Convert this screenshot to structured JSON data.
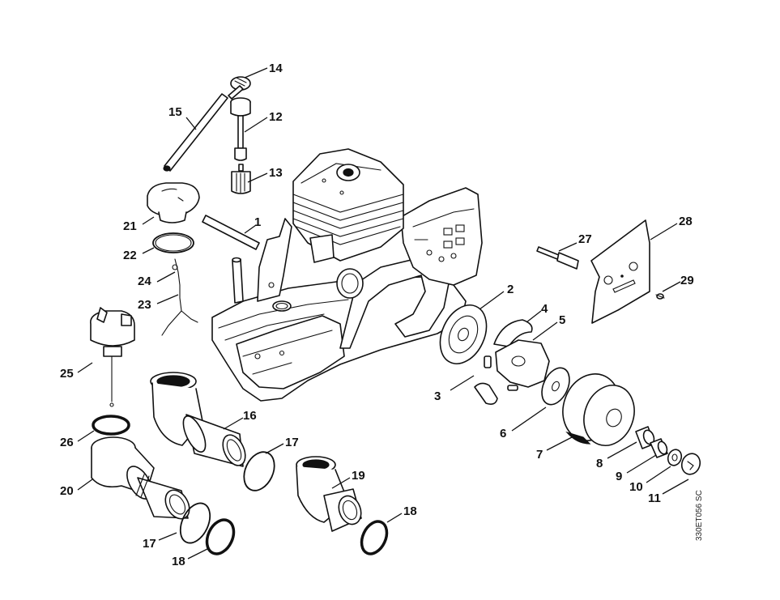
{
  "diagram": {
    "drawing_code": "330ET056 SC",
    "callouts": [
      {
        "id": "c1",
        "label": "1"
      },
      {
        "id": "c2",
        "label": "2"
      },
      {
        "id": "c3",
        "label": "3"
      },
      {
        "id": "c4",
        "label": "4"
      },
      {
        "id": "c5",
        "label": "5"
      },
      {
        "id": "c6",
        "label": "6"
      },
      {
        "id": "c7",
        "label": "7"
      },
      {
        "id": "c8",
        "label": "8"
      },
      {
        "id": "c9",
        "label": "9"
      },
      {
        "id": "c10",
        "label": "10"
      },
      {
        "id": "c11",
        "label": "11"
      },
      {
        "id": "c12",
        "label": "12"
      },
      {
        "id": "c13",
        "label": "13"
      },
      {
        "id": "c14",
        "label": "14"
      },
      {
        "id": "c15",
        "label": "15"
      },
      {
        "id": "c16",
        "label": "16"
      },
      {
        "id": "c17a",
        "label": "17"
      },
      {
        "id": "c17b",
        "label": "17"
      },
      {
        "id": "c18a",
        "label": "18"
      },
      {
        "id": "c18b",
        "label": "18"
      },
      {
        "id": "c19",
        "label": "19"
      },
      {
        "id": "c20",
        "label": "20"
      },
      {
        "id": "c21",
        "label": "21"
      },
      {
        "id": "c22",
        "label": "22"
      },
      {
        "id": "c23",
        "label": "23"
      },
      {
        "id": "c24",
        "label": "24"
      },
      {
        "id": "c25",
        "label": "25"
      },
      {
        "id": "c26",
        "label": "26"
      },
      {
        "id": "c27",
        "label": "27"
      },
      {
        "id": "c28",
        "label": "28"
      },
      {
        "id": "c29",
        "label": "29"
      }
    ]
  }
}
